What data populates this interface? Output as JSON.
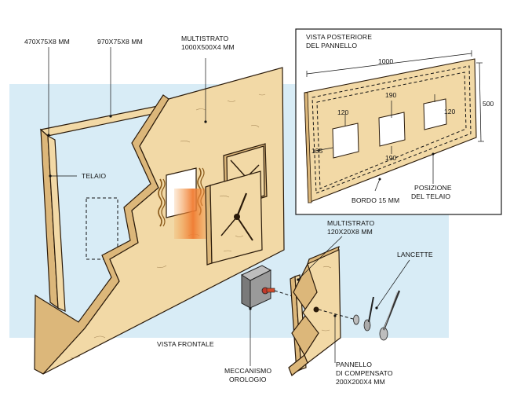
{
  "labels": {
    "frame_side": "470X75X8 MM",
    "frame_top": "970X75X8 MM",
    "plywood_title": "MULTISTRATO",
    "plywood_size": "1000X500X4 MM",
    "telaio": "TELAIO",
    "rear_title_1": "VISTA POSTERIORE",
    "rear_title_2": "DEL PANNELLO",
    "dim_1000": "1000",
    "dim_500": "500",
    "dim_190_top": "190",
    "dim_190_bottom": "190",
    "dim_120_left": "120",
    "dim_120_right": "120",
    "dim_135": "135",
    "bordo": "BORDO 15 MM",
    "posizione_1": "POSIZIONE",
    "posizione_2": "DEL TELAIO",
    "small_ply_title": "MULTISTRATO",
    "small_ply_size": "120X20X8 MM",
    "lancette": "LANCETTE",
    "vista_frontale": "VISTA FRONTALE",
    "meccanismo_1": "MECCANISMO",
    "meccanismo_2": "OROLOGIO",
    "pannello_1": "PANNELLO",
    "pannello_2": "DI COMPENSATO",
    "pannello_3": "200X200X4 MM"
  },
  "colors": {
    "background_panel": "#d8ecf6",
    "wood_light": "#f2d9a6",
    "wood_dark": "#dcb77a",
    "outline": "#2a1a0a",
    "glow": "#f28a3a"
  }
}
